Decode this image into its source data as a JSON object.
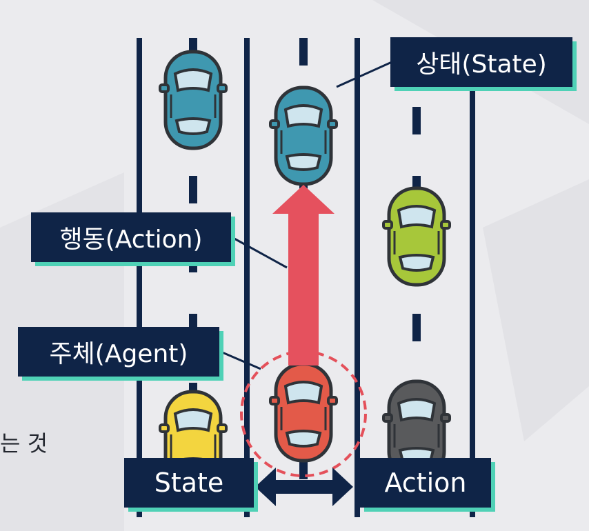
{
  "labels": {
    "state_top": "상태(State)",
    "action_left": "행동(Action)",
    "agent_left": "주체(Agent)",
    "state_bottom": "State",
    "action_bottom": "Action"
  },
  "side_text": "는 것",
  "cars": [
    {
      "name": "teal-car-left-lane",
      "color": "#3f98b0"
    },
    {
      "name": "teal-car-center-lane",
      "color": "#3f98b0"
    },
    {
      "name": "green-car-right-lane",
      "color": "#a7c73a"
    },
    {
      "name": "yellow-car-left-lane",
      "color": "#f3d53f"
    },
    {
      "name": "red-agent-car",
      "color": "#e35a49"
    },
    {
      "name": "gray-car-right-lane",
      "color": "#595a5c"
    }
  ],
  "colors": {
    "navy": "#0f2447",
    "teal_shadow": "#4fd1b6",
    "arrow_red": "#e5515e",
    "circle_dash": "#e4505a",
    "window": "#cfe5ee"
  }
}
